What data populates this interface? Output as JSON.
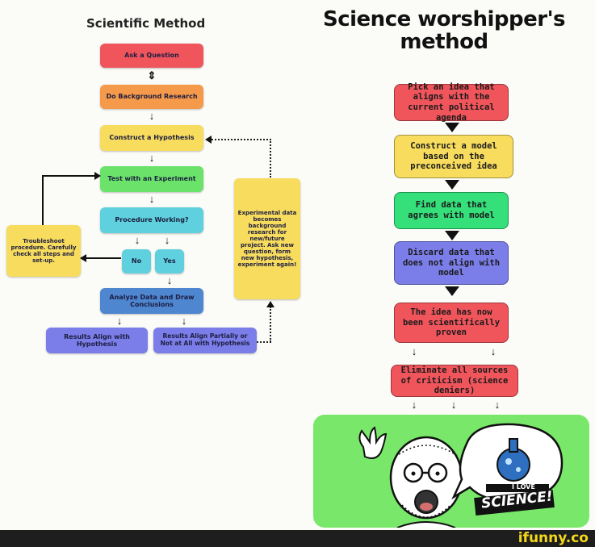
{
  "left": {
    "title": "Scientific Method",
    "steps": {
      "ask": "Ask a Question",
      "background": "Do Background Research",
      "hypothesis": "Construct a Hypothesis",
      "experiment": "Test with an Experiment",
      "procedure": "Procedure Working?",
      "no": "No",
      "yes": "Yes",
      "troubleshoot": "Troubleshoot procedure. Carefully check all steps and set-up.",
      "analyze": "Analyze Data and Draw Conclusions",
      "align": "Results Align with Hypothesis",
      "partial": "Results Align Partially or Not at All with Hypothesis",
      "experimental": "Experimental data becomes background research for new/future project. Ask new question, form new hypothesis, experiment again!"
    }
  },
  "right": {
    "title_line1": "Science worshipper's",
    "title_line2": "method",
    "steps": {
      "pick": "Pick an idea that aligns with the current political agenda",
      "model": "Construct a model based on the preconceived idea",
      "find": "Find data that agrees with model",
      "discard": "Discard data that does not align with model",
      "proven": "The idea has now been scientifically proven",
      "eliminate": "Eliminate all sources of criticism (science deniers)"
    },
    "sign_small": "I LOVE",
    "sign_big": "SCIENCE!"
  },
  "footer": {
    "watermark": "ifunny.co"
  },
  "colors": {
    "red": "#f0555c",
    "orange": "#f59a4a",
    "yellow": "#f7dc5e",
    "green": "#6be36b",
    "cyan": "#5fd0dd",
    "blue": "#4e86d0",
    "indigo": "#7b7ee8",
    "lime_panel": "#79e86a"
  }
}
